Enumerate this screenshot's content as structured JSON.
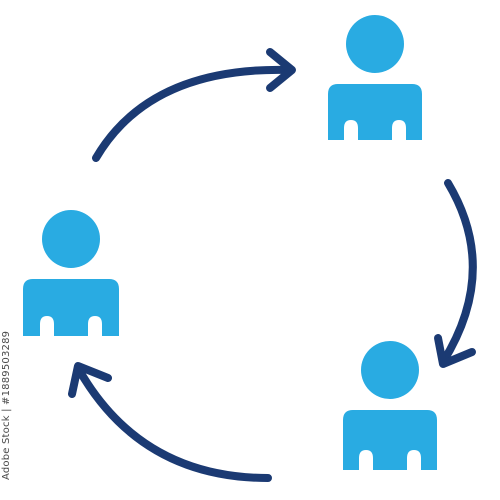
{
  "illustration": {
    "colors": {
      "person": "#29abe2",
      "arrow": "#1b3a73",
      "background": "#ffffff"
    },
    "people": [
      {
        "id": "top-right",
        "icon": "user-icon"
      },
      {
        "id": "bottom-right",
        "icon": "user-icon"
      },
      {
        "id": "left",
        "icon": "user-icon"
      }
    ],
    "arrows": [
      {
        "from": "left",
        "to": "top-right",
        "icon": "curved-arrow-icon"
      },
      {
        "from": "top-right",
        "to": "bottom-right",
        "icon": "curved-arrow-icon"
      },
      {
        "from": "bottom-right",
        "to": "left",
        "icon": "curved-arrow-icon"
      }
    ]
  },
  "watermark": {
    "stock_id": "Adobe Stock | #1889503289"
  }
}
